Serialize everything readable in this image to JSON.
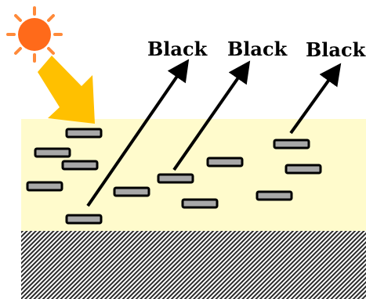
{
  "labels": {
    "black_1": "Black",
    "black_2": "Black",
    "black_3": "Black"
  },
  "icons": {
    "sun": "sun-icon",
    "incoming_light_arrow": "big-arrow-icon"
  },
  "colors": {
    "layer_fill": "#FFFBCC",
    "sun_fill": "#FF6A1A",
    "sun_rays": "#FF8A3A",
    "incoming_arrow": "#FFC000",
    "particle_fill": "#A8A8A8",
    "particle_stroke": "#000000",
    "substrate_base": "#FFFFFF",
    "substrate_hatch": "#2A2A2A",
    "arrow_line": "#000000"
  }
}
